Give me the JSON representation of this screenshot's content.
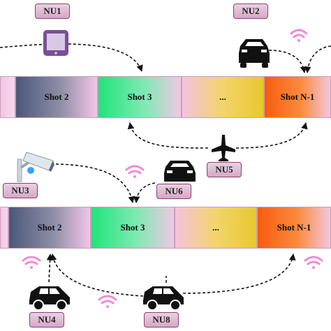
{
  "strip1": {
    "shots": [
      "",
      "Shot 2",
      "Shot 3",
      "...",
      "Shot N-1"
    ]
  },
  "strip2": {
    "shots": [
      "",
      "Shot 2",
      "Shot 3",
      "...",
      "Shot N-1"
    ]
  },
  "nodes": {
    "nu1": "NU1",
    "nu2": "NU2",
    "nu3": "NU3",
    "nu4": "NU4",
    "nu5": "NU5",
    "nu6": "NU6",
    "nu8": "NU8"
  },
  "icons": {
    "nu1": "tablet-icon",
    "nu2": "car-icon",
    "nu3": "security-camera-icon",
    "nu4": "electric-car-icon",
    "nu5": "airplane-icon",
    "nu6": "car-icon",
    "nu8": "electric-car-icon",
    "signal": "wifi-icon"
  },
  "colors": {
    "node_fill": "#ead0e2",
    "node_border": "#8d3f71",
    "wifi": "#f08ad8",
    "tablet": "#7b4f96",
    "shot2": "#5b6e92",
    "shot3": "#2ee57f",
    "shot_dots": "#f1d84a",
    "shot_last": "#fa6f1f"
  }
}
